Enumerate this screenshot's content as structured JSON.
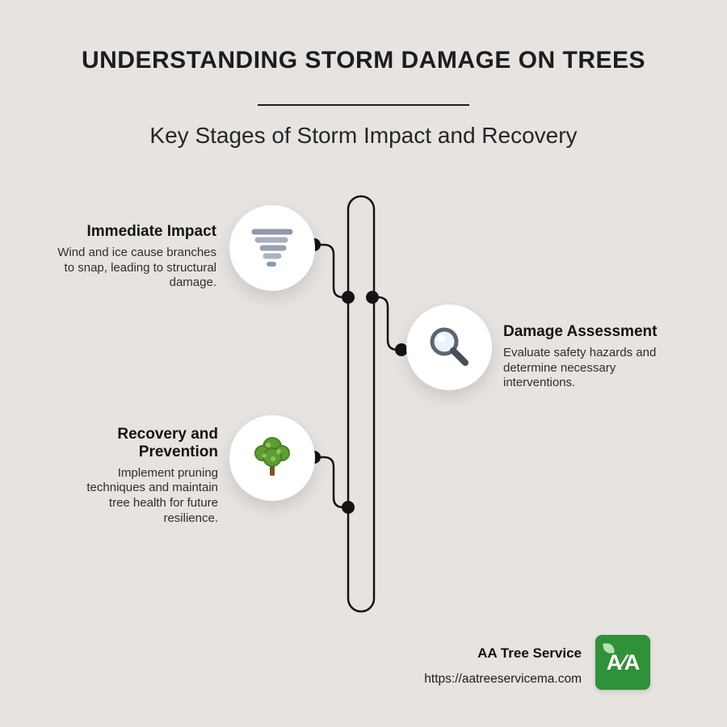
{
  "header": {
    "title": "UNDERSTANDING STORM DAMAGE ON TREES",
    "subtitle": "Key Stages of Storm Impact and Recovery"
  },
  "stages": [
    {
      "heading": "Immediate Impact",
      "body": "Wind and ice cause branches to snap, leading to structural damage.",
      "icon": "tornado-icon"
    },
    {
      "heading": "Damage Assessment",
      "body": "Evaluate safety hazards and determine necessary interventions.",
      "icon": "magnifier-icon"
    },
    {
      "heading": "Recovery and Prevention",
      "body": "Implement pruning techniques and maintain tree health for future resilience.",
      "icon": "tree-icon"
    }
  ],
  "footer": {
    "company": "AA Tree Service",
    "url": "https://aatreeservicema.com",
    "logo_text": "A∕A"
  },
  "colors": {
    "background": "#e7e3e0",
    "ink": "#1d1d1f",
    "timeline": "#141414",
    "logo_green": "#2f9138"
  }
}
